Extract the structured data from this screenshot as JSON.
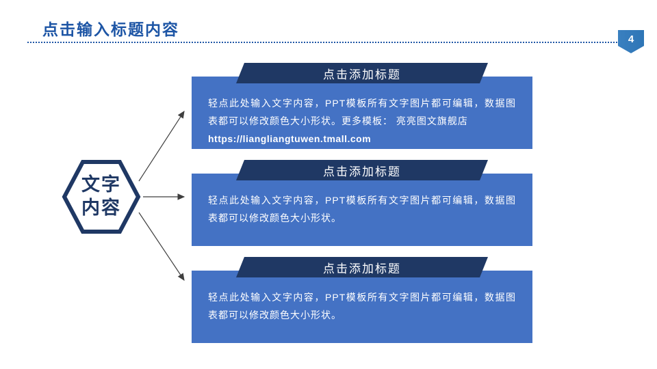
{
  "slide": {
    "title": "点击输入标题内容",
    "page_number": "4",
    "hexagon": {
      "line1": "文字",
      "line2": "内容"
    },
    "blocks": [
      {
        "header": "点击添加标题",
        "body": "轻点此处输入文字内容，PPT模板所有文字图片都可编辑，数据图表都可以修改颜色大小形状。更多模板： 亮亮图文旗舰店",
        "link": "https://liangliangtuwen.tmall.com"
      },
      {
        "header": "点击添加标题",
        "body": "轻点此处输入文字内容，PPT模板所有文字图片都可编辑，数据图表都可以修改颜色大小形状。"
      },
      {
        "header": "点击添加标题",
        "body": "轻点此处输入文字内容，PPT模板所有文字图片都可编辑，数据图表都可以修改颜色大小形状。"
      }
    ],
    "colors": {
      "title_blue": "#1D55A5",
      "navy": "#1F3864",
      "block_blue": "#4472C4",
      "badge_blue": "#2E75B6",
      "arrow": "#3f3f3f"
    }
  }
}
